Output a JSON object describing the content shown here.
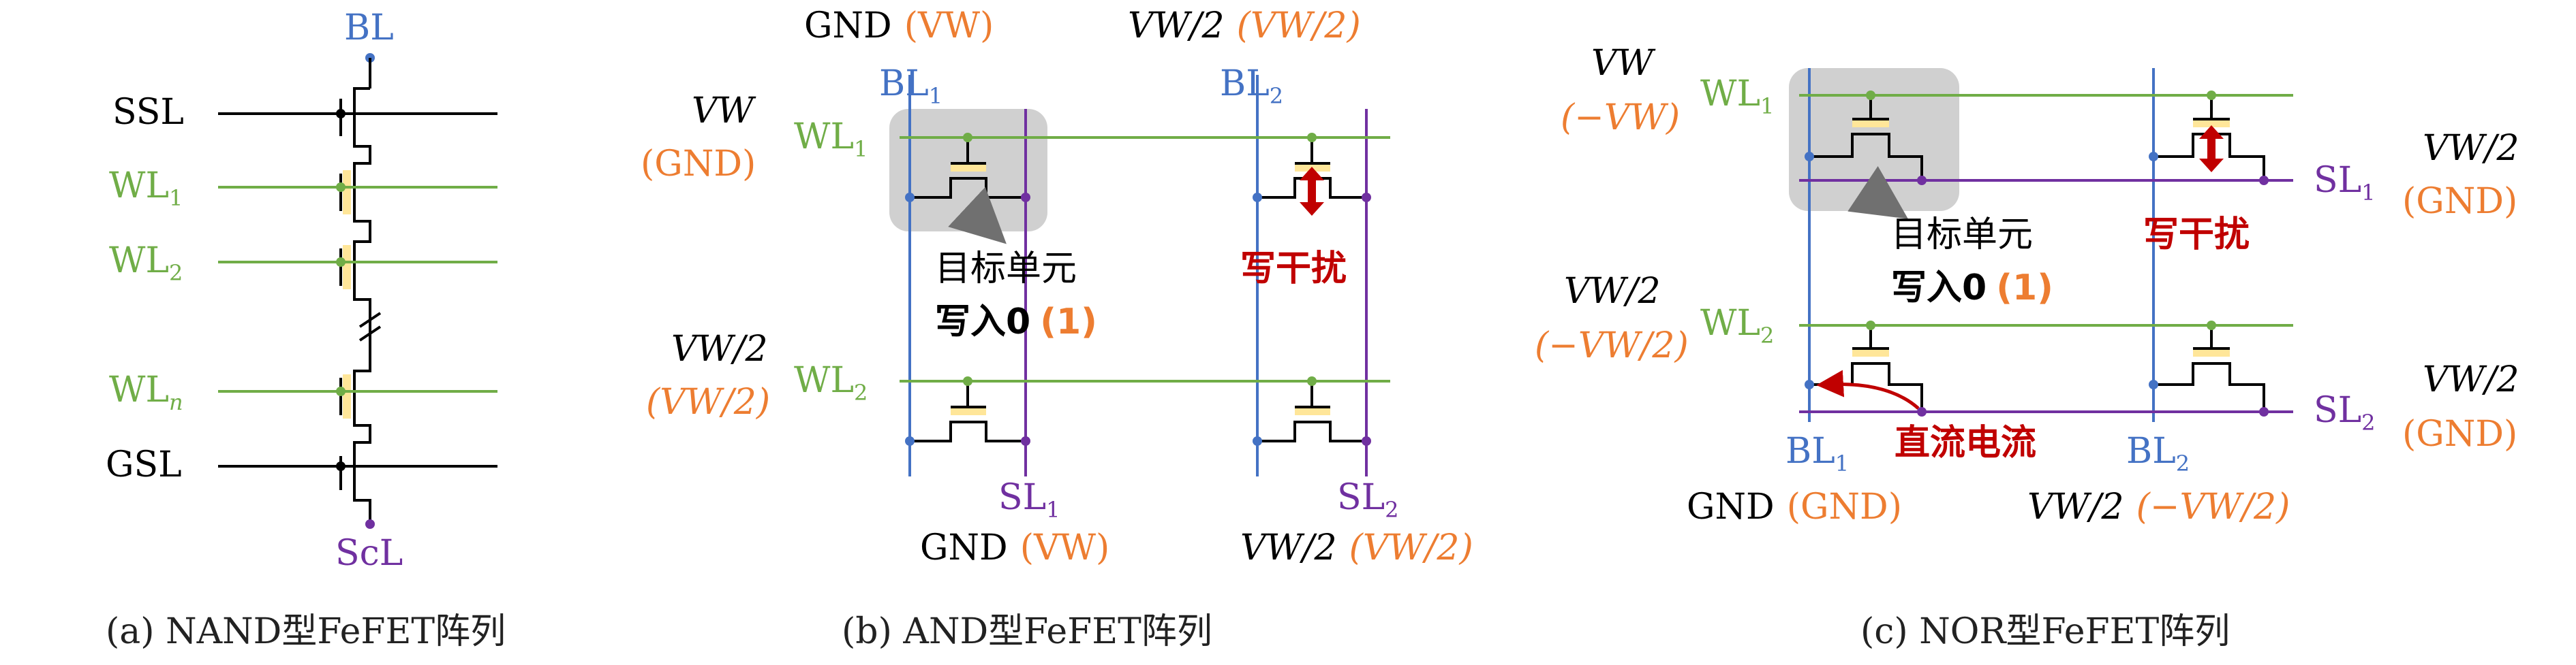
{
  "colors": {
    "blue": "#4472c4",
    "green": "#70ad47",
    "purple": "#7030a0",
    "orange": "#ed7d31",
    "red": "#c00000",
    "ferro": "#ffe699",
    "highlight": "#d0d0d0",
    "black": "#000000"
  },
  "panel_a": {
    "bl": "BL",
    "ssl": "SSL",
    "wl1": "WL",
    "wl1_sub": "1",
    "wl2": "WL",
    "wl2_sub": "2",
    "wln": "WL",
    "wln_sub": "n",
    "gsl": "GSL",
    "scl": "ScL",
    "caption": "(a) NAND型FeFET阵列"
  },
  "panel_b": {
    "top_left": "GND",
    "top_left_paren": "(VW)",
    "top_right": "VW/2",
    "top_right_paren": "(VW/2)",
    "bl1": "BL",
    "bl1_sub": "1",
    "bl2": "BL",
    "bl2_sub": "2",
    "wl1_volt": "VW",
    "wl1_volt_paren": "(GND)",
    "wl1": "WL",
    "wl1_sub": "1",
    "wl2_volt": "VW/2",
    "wl2_volt_paren": "(VW/2)",
    "wl2": "WL",
    "wl2_sub": "2",
    "target_line1": "目标单元",
    "target_line2": "写入0",
    "target_paren": "(1)",
    "disturb": "写干扰",
    "sl1": "SL",
    "sl1_sub": "1",
    "sl2": "SL",
    "sl2_sub": "2",
    "bottom_left": "GND",
    "bottom_left_paren": "(VW)",
    "bottom_right": "VW/2",
    "bottom_right_paren": "(VW/2)",
    "caption": "(b) AND型FeFET阵列"
  },
  "panel_c": {
    "wl1_volt": "VW",
    "wl1_volt_paren": "(−VW)",
    "wl1": "WL",
    "wl1_sub": "1",
    "sl1_volt": "VW/2",
    "sl1_volt_paren": "(GND)",
    "sl1": "SL",
    "sl1_sub": "1",
    "target_line1": "目标单元",
    "target_line2": "写入0",
    "target_paren": "(1)",
    "disturb": "写干扰",
    "wl2_volt": "VW/2",
    "wl2_volt_paren": "(−VW/2)",
    "wl2": "WL",
    "wl2_sub": "2",
    "sl2_volt": "VW/2",
    "sl2_volt_paren": "(GND)",
    "sl2": "SL",
    "sl2_sub": "2",
    "dc_current": "直流电流",
    "bl1": "BL",
    "bl1_sub": "1",
    "bl2": "BL",
    "bl2_sub": "2",
    "bottom_left": "GND",
    "bottom_left_paren": "(GND)",
    "bottom_right": "VW/2",
    "bottom_right_paren": "(−VW/2)",
    "caption": "(c) NOR型FeFET阵列"
  }
}
